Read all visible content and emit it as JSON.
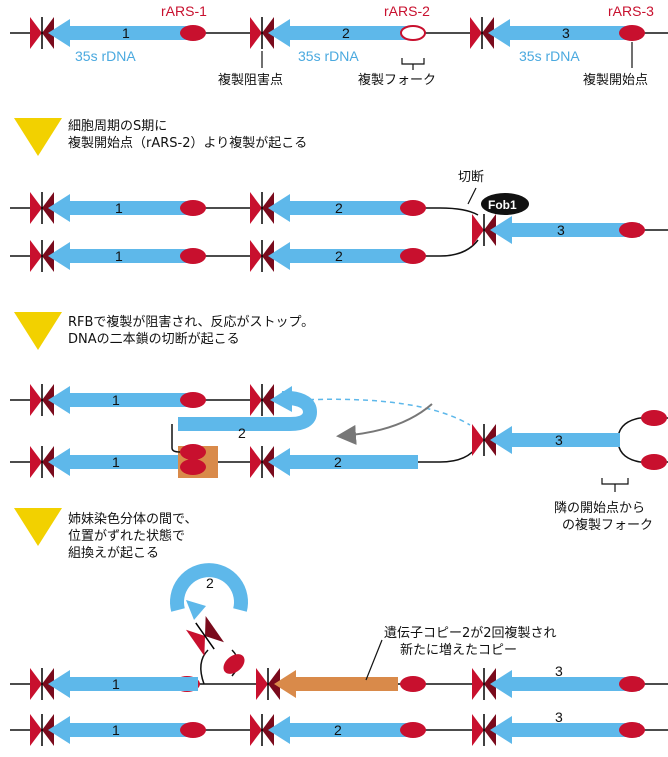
{
  "labels": {
    "rars1": "rARS-1",
    "rars2": "rARS-2",
    "rars3": "rARS-3",
    "rdna": "35s rDNA",
    "block_point": "複製阻害点",
    "fork": "複製フォーク",
    "origin": "複製開始点",
    "cut": "切断",
    "fob1": "Fob1",
    "neighbor_line1": "隣の開始点から",
    "neighbor_line2": "の複製フォーク",
    "copy_line1": "遺伝子コピー2が2回複製され",
    "copy_line2": "新たに増えたコピー"
  },
  "gene_numbers": {
    "one": "1",
    "two": "2",
    "three": "3"
  },
  "steps": {
    "step1_line1": "細胞周期のS期に",
    "step1_line2": "複製開始点（rARS-2）より複製が起こる",
    "step2_line1": "RFBで複製が阻害され、反応がストップ。",
    "step2_line2": "DNAの二本鎖の切断が起こる",
    "step3_line1": "姉妹染色分体の間で、",
    "step3_line2": "位置がずれた状態で",
    "step3_line3": "組換えが起こる"
  },
  "colors": {
    "gene": "#5eb8ea",
    "gene_new": "#d98a4a",
    "origin": "#c8102e",
    "arrow_head": "#f2d100",
    "label_red": "#c8102e",
    "label_blue": "#4aa9df"
  }
}
